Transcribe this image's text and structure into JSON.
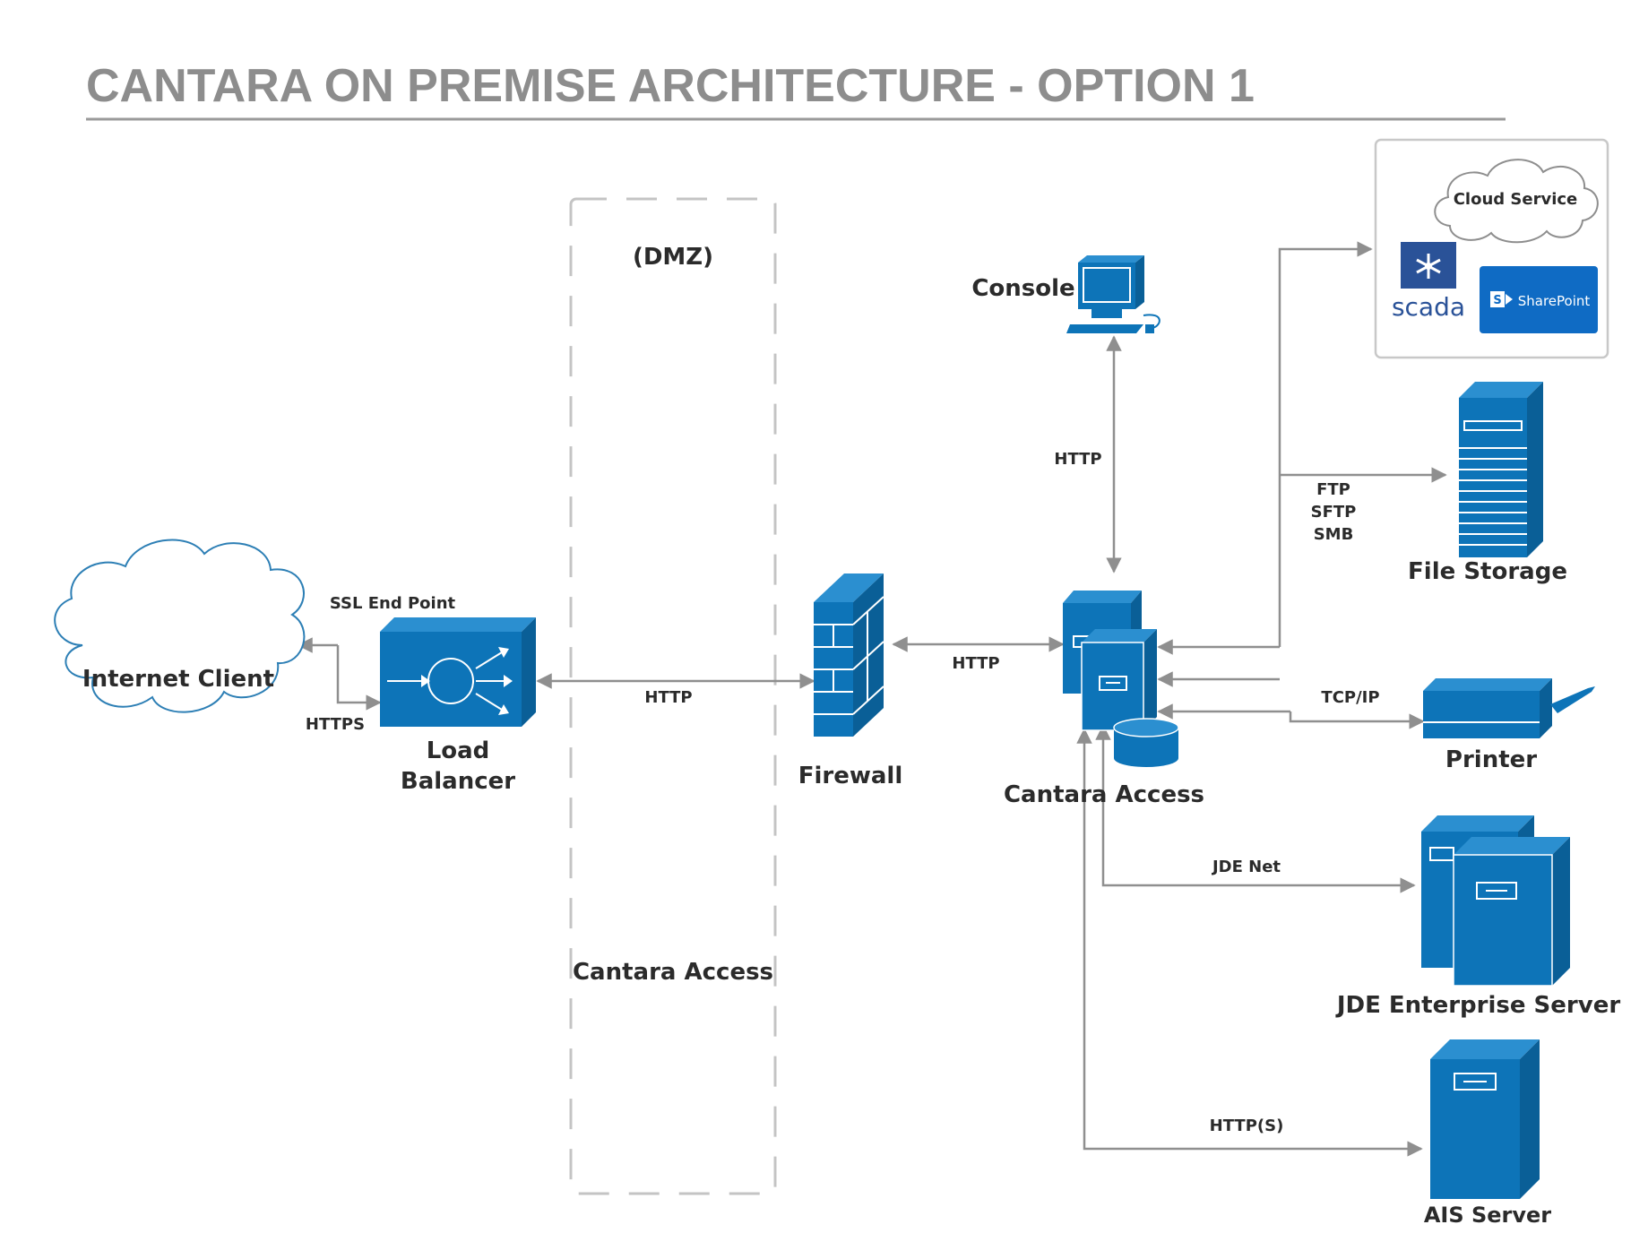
{
  "title": "CANTARA ON PREMISE ARCHITECTURE - OPTION 1",
  "dmz": {
    "label": "(DMZ)",
    "inner_label": "Cantara Access"
  },
  "nodes": {
    "internet_client": "Internet Client",
    "load_balancer_line1": "Load",
    "load_balancer_line2": "Balancer",
    "ssl_end_point": "SSL End Point",
    "firewall": "Firewall",
    "console": "Console",
    "cantara_access": "Cantara Access",
    "cloud_service": "Cloud Service",
    "scada": "scada",
    "sharepoint": "SharePoint",
    "file_storage": "File Storage",
    "printer": "Printer",
    "jde_enterprise_server": "JDE Enterprise Server",
    "ais_server": "AIS Server"
  },
  "edges": {
    "client_lb": "HTTPS",
    "lb_firewall": "HTTP",
    "firewall_cantara": "HTTP",
    "console_cantara": "HTTP",
    "file_storage_protocols": [
      "FTP",
      "SFTP",
      "SMB"
    ],
    "printer": "TCP/IP",
    "jde": "JDE Net",
    "ais": "HTTP(S)"
  },
  "colors": {
    "icon_blue": "#0d74b8",
    "edge_gray": "#8f8f8f",
    "title_gray": "#8d8d8d",
    "scada_blue": "#2a5298",
    "sharepoint_blue": "#0f6bc4"
  }
}
